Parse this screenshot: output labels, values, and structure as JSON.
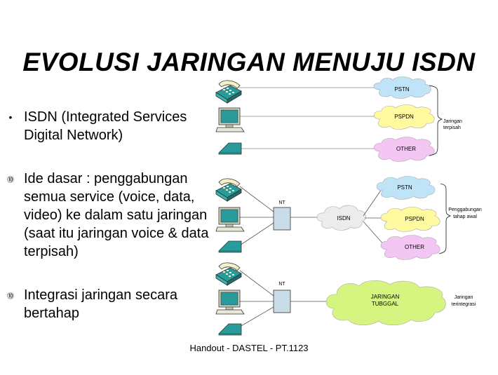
{
  "slide": {
    "title": "EVOLUSI JARINGAN MENUJU ISDN",
    "footer": "Handout - DASTEL - PT.1123"
  },
  "bullets": [
    {
      "marker": "•",
      "text": "ISDN (Integrated Services Digital Network)"
    },
    {
      "marker": "⓾",
      "text": "Ide dasar : penggabungan semua service (voice, data, video) ke dalam satu jaringan (saat itu jaringan voice & data terpisah)"
    },
    {
      "marker": "⓾",
      "text": "Integrasi jaringan secara bertahap"
    }
  ],
  "diagram": {
    "section1": {
      "clouds": [
        "PSTN",
        "PSPDN",
        "OTHER"
      ],
      "caption_line1": "Jaringan",
      "caption_line2": "terpisah"
    },
    "section2": {
      "nt_label": "NT",
      "isdn_label": "ISDN",
      "clouds": [
        "PSTN",
        "PSPDN",
        "OTHER"
      ],
      "caption_line1": "Penggabungan",
      "caption_line2": "tahap awal"
    },
    "section3": {
      "nt_label": "NT",
      "cloud_line1": "JARINGAN",
      "cloud_line2": "TUBGGAL",
      "caption_line1": "Jaringan",
      "caption_line2": "terintegrasi"
    },
    "devices": [
      "telephone-icon",
      "computer-icon",
      "fax-icon"
    ],
    "colors": {
      "pstn_cloud": "#bfe4f7",
      "pspdn_cloud": "#fffaa0",
      "other_cloud": "#f4c6f4",
      "isdn_cloud": "#ececec",
      "single_network_cloud": "#d6f580",
      "nt_box": "#c8dde8",
      "device_body": "#2a9b9b"
    }
  }
}
